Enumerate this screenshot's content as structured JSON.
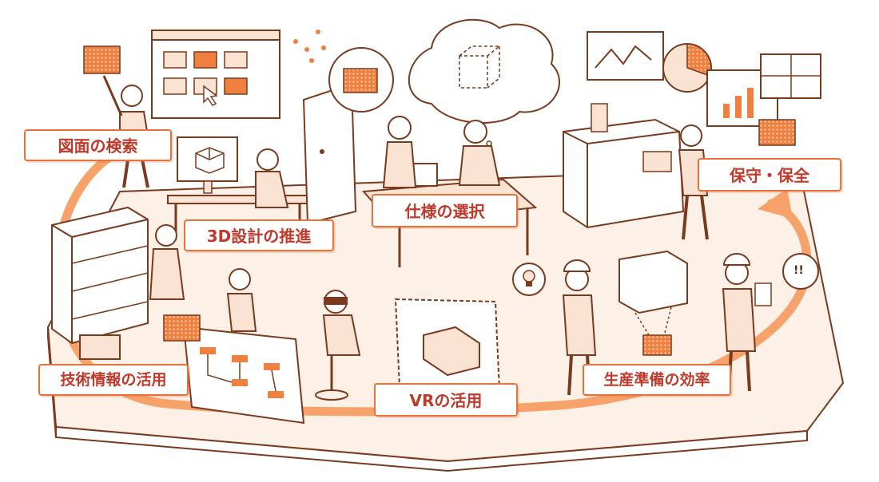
{
  "labels": {
    "drawing_search": "図面の検索",
    "design_3d": "3D設計の推進",
    "spec_selection": "仕様の選択",
    "maintenance": "保守・保全",
    "tech_info": "技術情報の活用",
    "vr": "VRの活用",
    "production_efficiency": "生産準備の効率"
  },
  "speech": {
    "exclaim": "!!"
  },
  "colors": {
    "accent": "#e8733a",
    "label_text": "#c0392b",
    "line": "#7a3a1e",
    "fill_light": "#fbe3d3",
    "folder": "#f08040"
  }
}
